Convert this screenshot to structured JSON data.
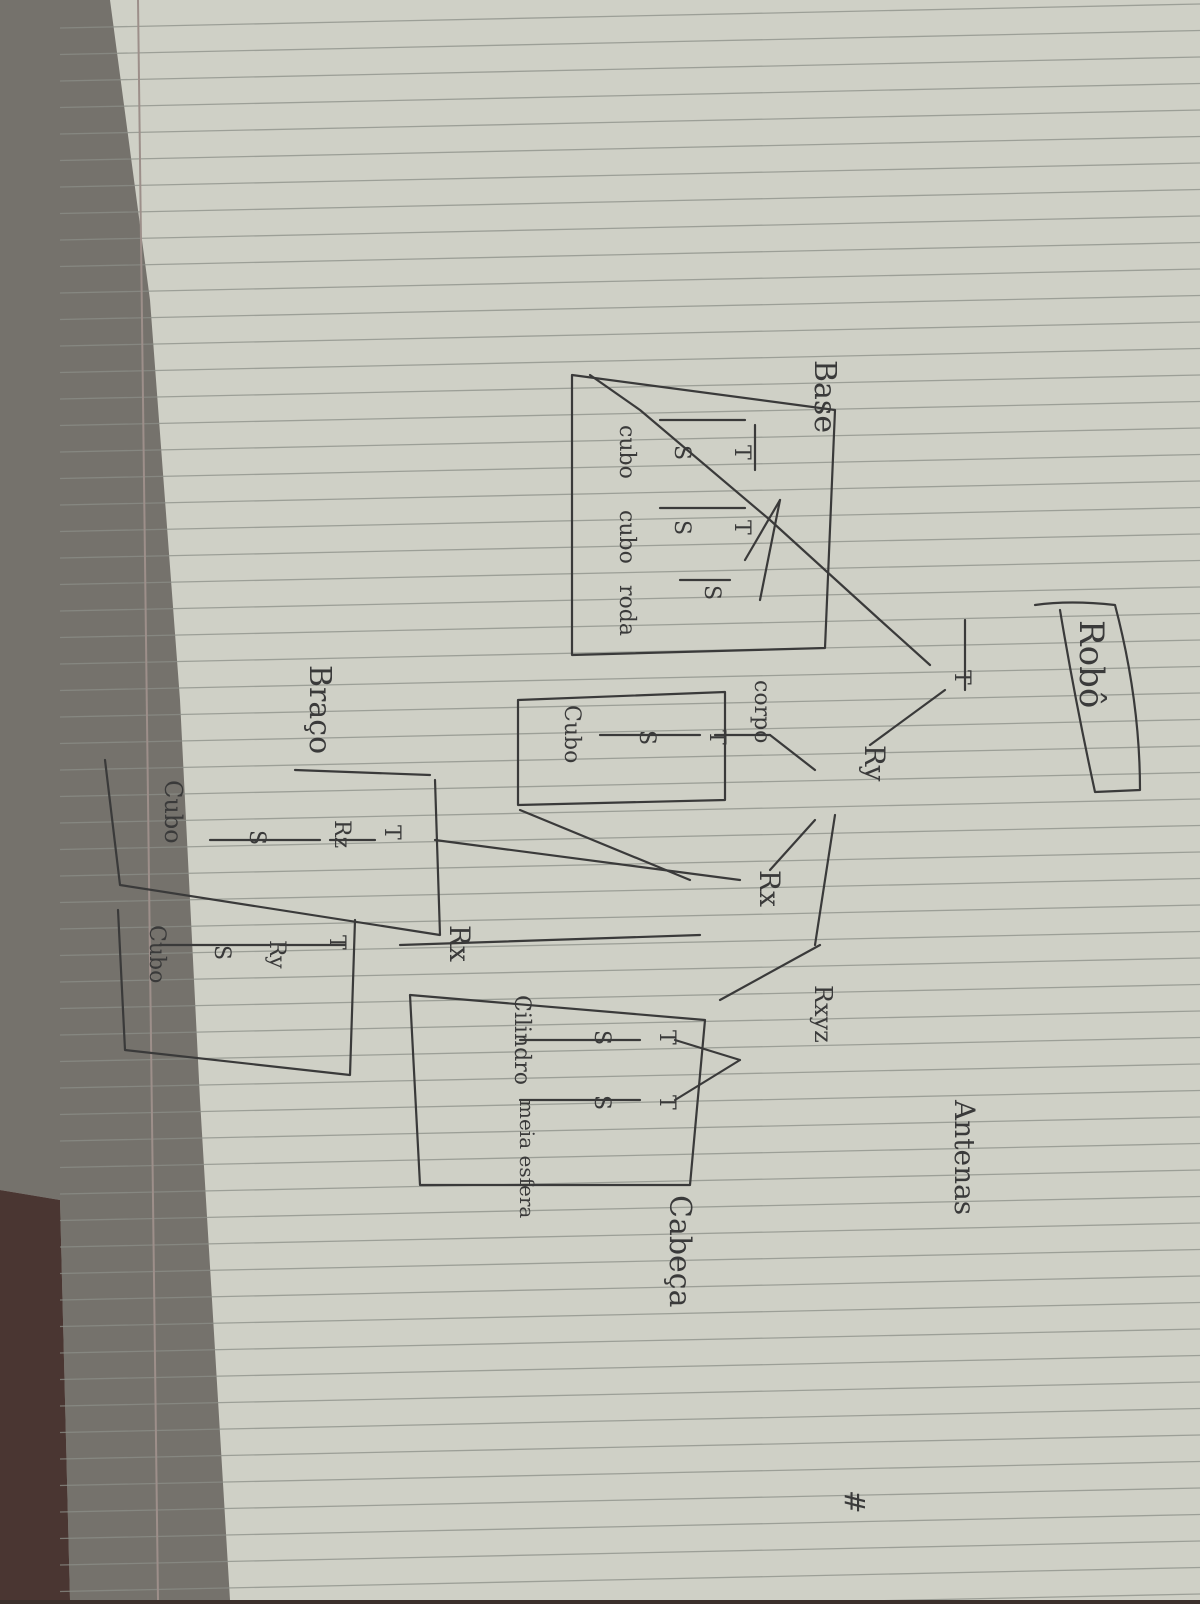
{
  "photo": {
    "page_color": "#cfd0c6",
    "line_color": "#8c8f88",
    "margin_color": "#9d8f8a",
    "ink_color": "#3a3a3a",
    "table_color": "#4a3632",
    "shadow_color": "#2b2523"
  },
  "diagram": {
    "root": "Robô",
    "nodes": {
      "base": "Base",
      "base_leaf_1": "cubo",
      "base_leaf_2": "cubo",
      "base_leaf_3": "roda",
      "corpo": "corpo",
      "corpo_leaf": "Cubo",
      "ry": "Ry",
      "rx_arm": "Rx",
      "braco": "Braço",
      "rz": "Rz",
      "braco_leaf": "Cubo",
      "rx_low": "Rx",
      "ry_low": "Ry",
      "braco_leaf_2": "Cubo",
      "rxyz": "Rxyz",
      "cabeca": "Cabeça",
      "cabeca_leaf_1": "Cilindro",
      "cabeca_leaf_2": "meia esfera",
      "antenas": "Antenas"
    },
    "marks": {
      "t": "T",
      "s": "S"
    },
    "corner_mark": "#"
  }
}
